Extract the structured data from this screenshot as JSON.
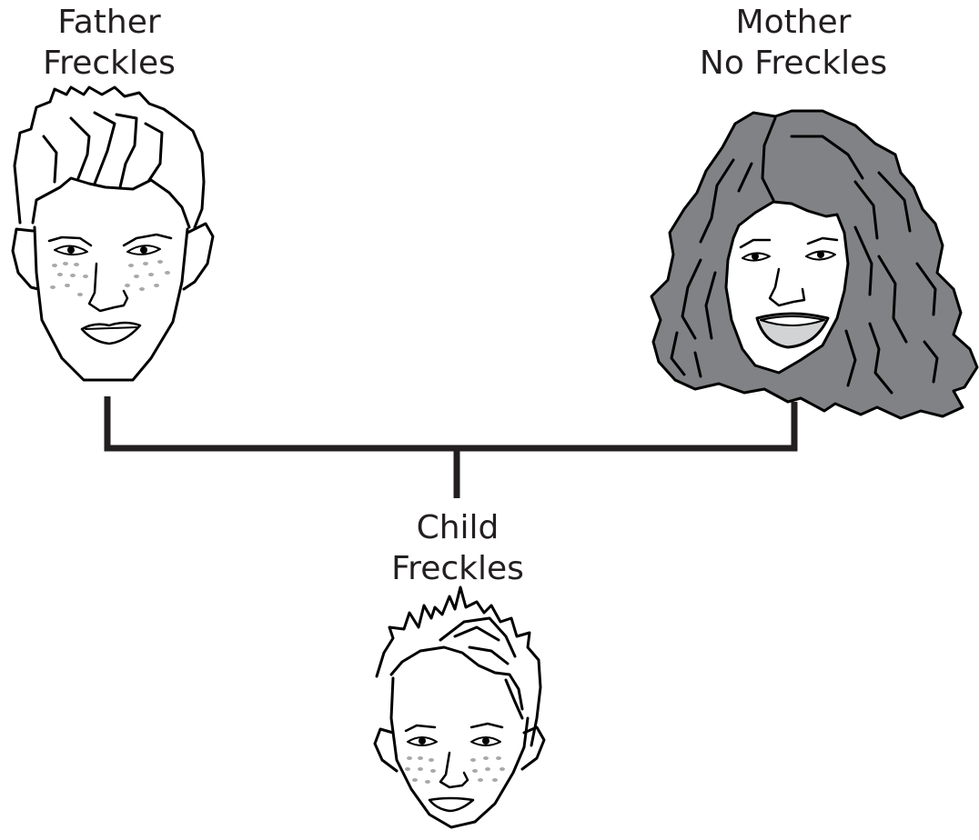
{
  "father": {
    "role": "Father",
    "trait": "Freckles"
  },
  "mother": {
    "role": "Mother",
    "trait": "No Freckles"
  },
  "child": {
    "role": "Child",
    "trait": "Freckles"
  }
}
